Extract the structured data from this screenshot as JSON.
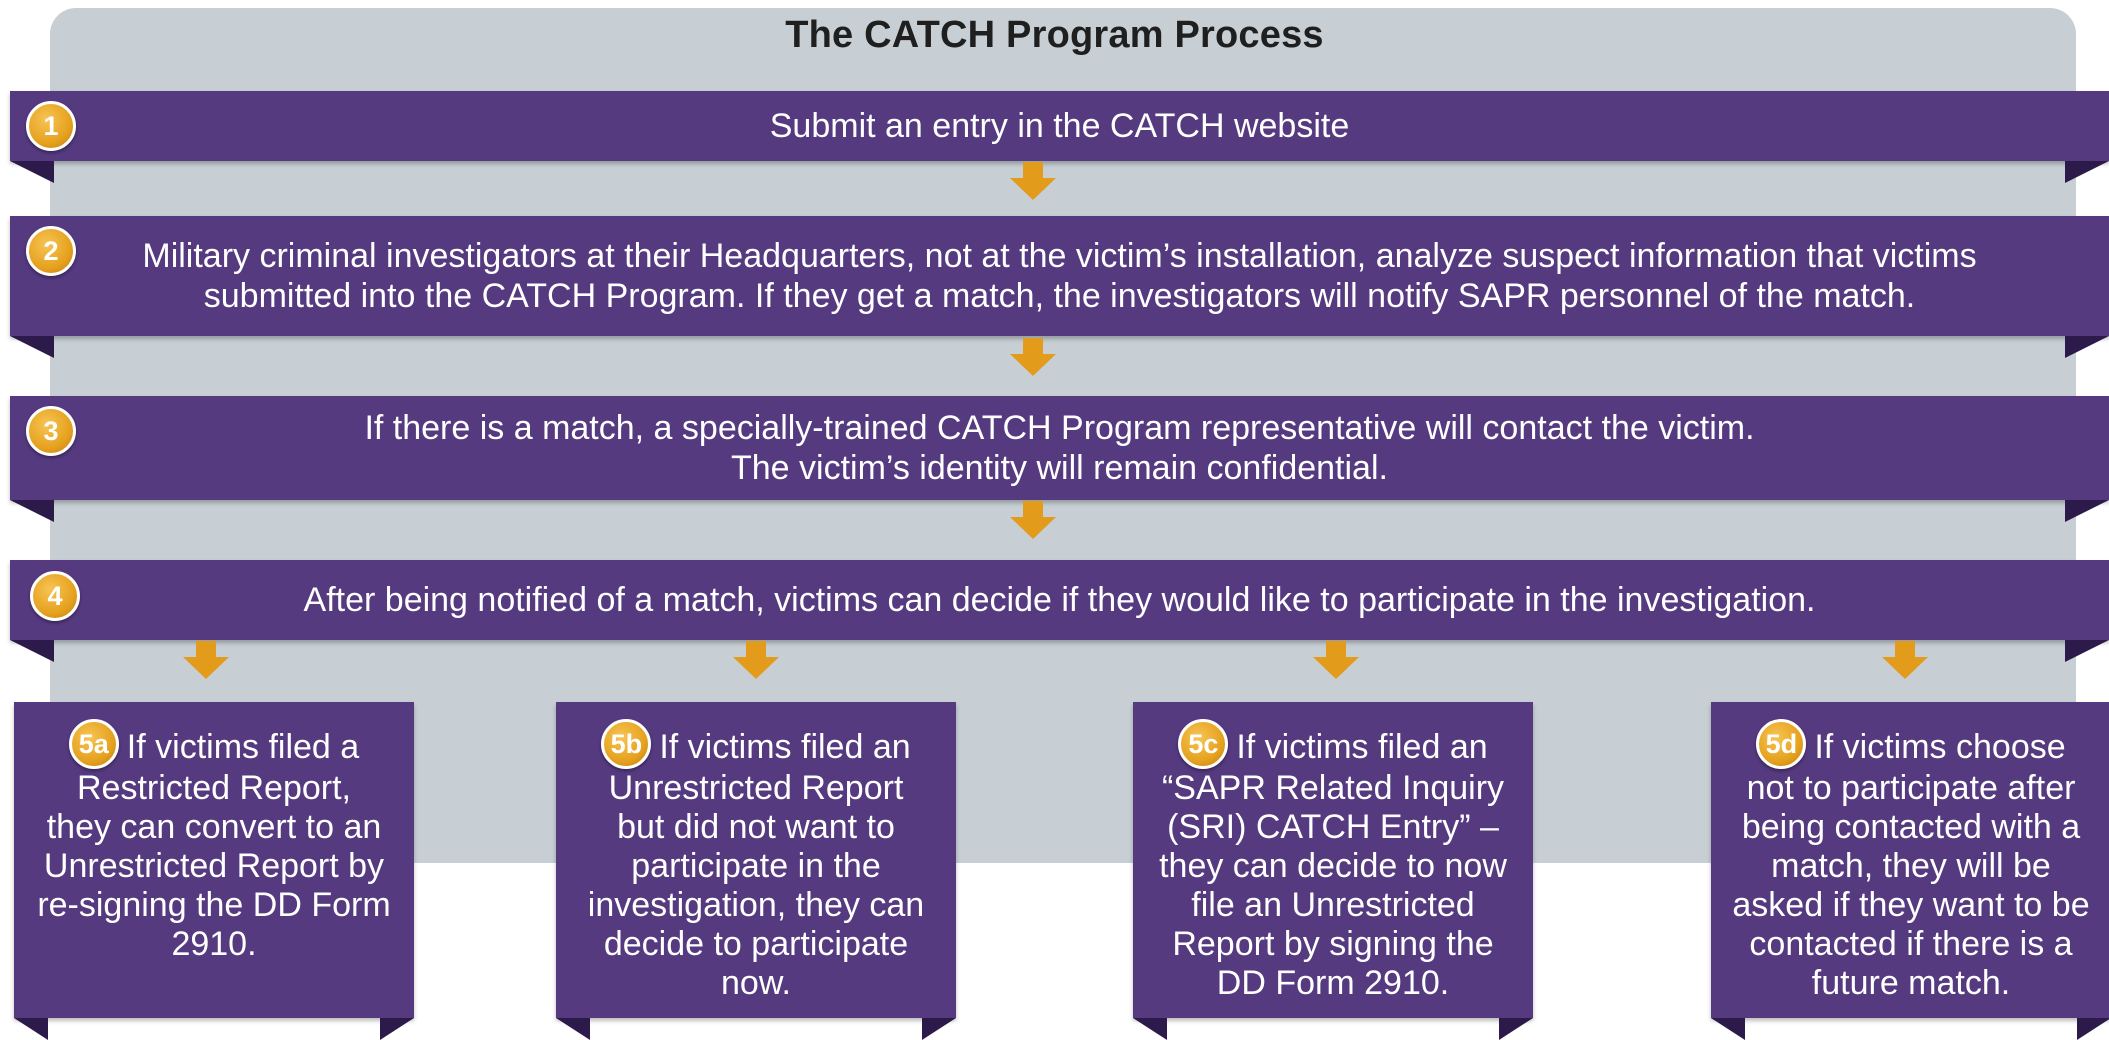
{
  "title": "The CATCH Program Process",
  "colors": {
    "banner": "#553a80",
    "banner_fold": "#2c1a4a",
    "panel": "#c7cfd4",
    "badge": "#e6a21f",
    "arrow": "#e39b1b"
  },
  "steps": [
    {
      "badge": "1",
      "lines": [
        "Submit an entry in the CATCH website"
      ]
    },
    {
      "badge": "2",
      "lines": [
        "Military criminal investigators at their Headquarters, not at the victim’s installation, analyze suspect information that victims",
        "submitted into the CATCH Program. If they get a match, the investigators will notify SAPR personnel of the match."
      ]
    },
    {
      "badge": "3",
      "lines": [
        "If there is a match, a specially-trained CATCH Program representative will contact the victim.",
        "The victim’s identity will remain confidential."
      ]
    },
    {
      "badge": "4",
      "lines": [
        "After being notified of a match, victims can decide if they would like to participate in the investigation."
      ]
    }
  ],
  "outcomes": [
    {
      "badge": "5a",
      "lines": [
        "If victims filed a",
        "Restricted Report,",
        "they can convert to an",
        "Unrestricted Report by",
        "re-signing the DD Form",
        "2910."
      ]
    },
    {
      "badge": "5b",
      "lines": [
        "If victims filed an",
        "Unrestricted Report",
        "but did not want to",
        "participate in the",
        "investigation, they can",
        "decide to participate now."
      ]
    },
    {
      "badge": "5c",
      "lines": [
        "If victims filed an",
        "“SAPR Related Inquiry",
        "(SRI) CATCH Entry” –",
        "they can decide to now",
        "file an Unrestricted",
        "Report by signing the",
        "DD Form 2910."
      ]
    },
    {
      "badge": "5d",
      "lines": [
        "If victims choose",
        "not to participate after",
        "being contacted with a",
        "match, they will be",
        "asked if they want to be",
        "contacted if there is a",
        "future match."
      ]
    }
  ]
}
